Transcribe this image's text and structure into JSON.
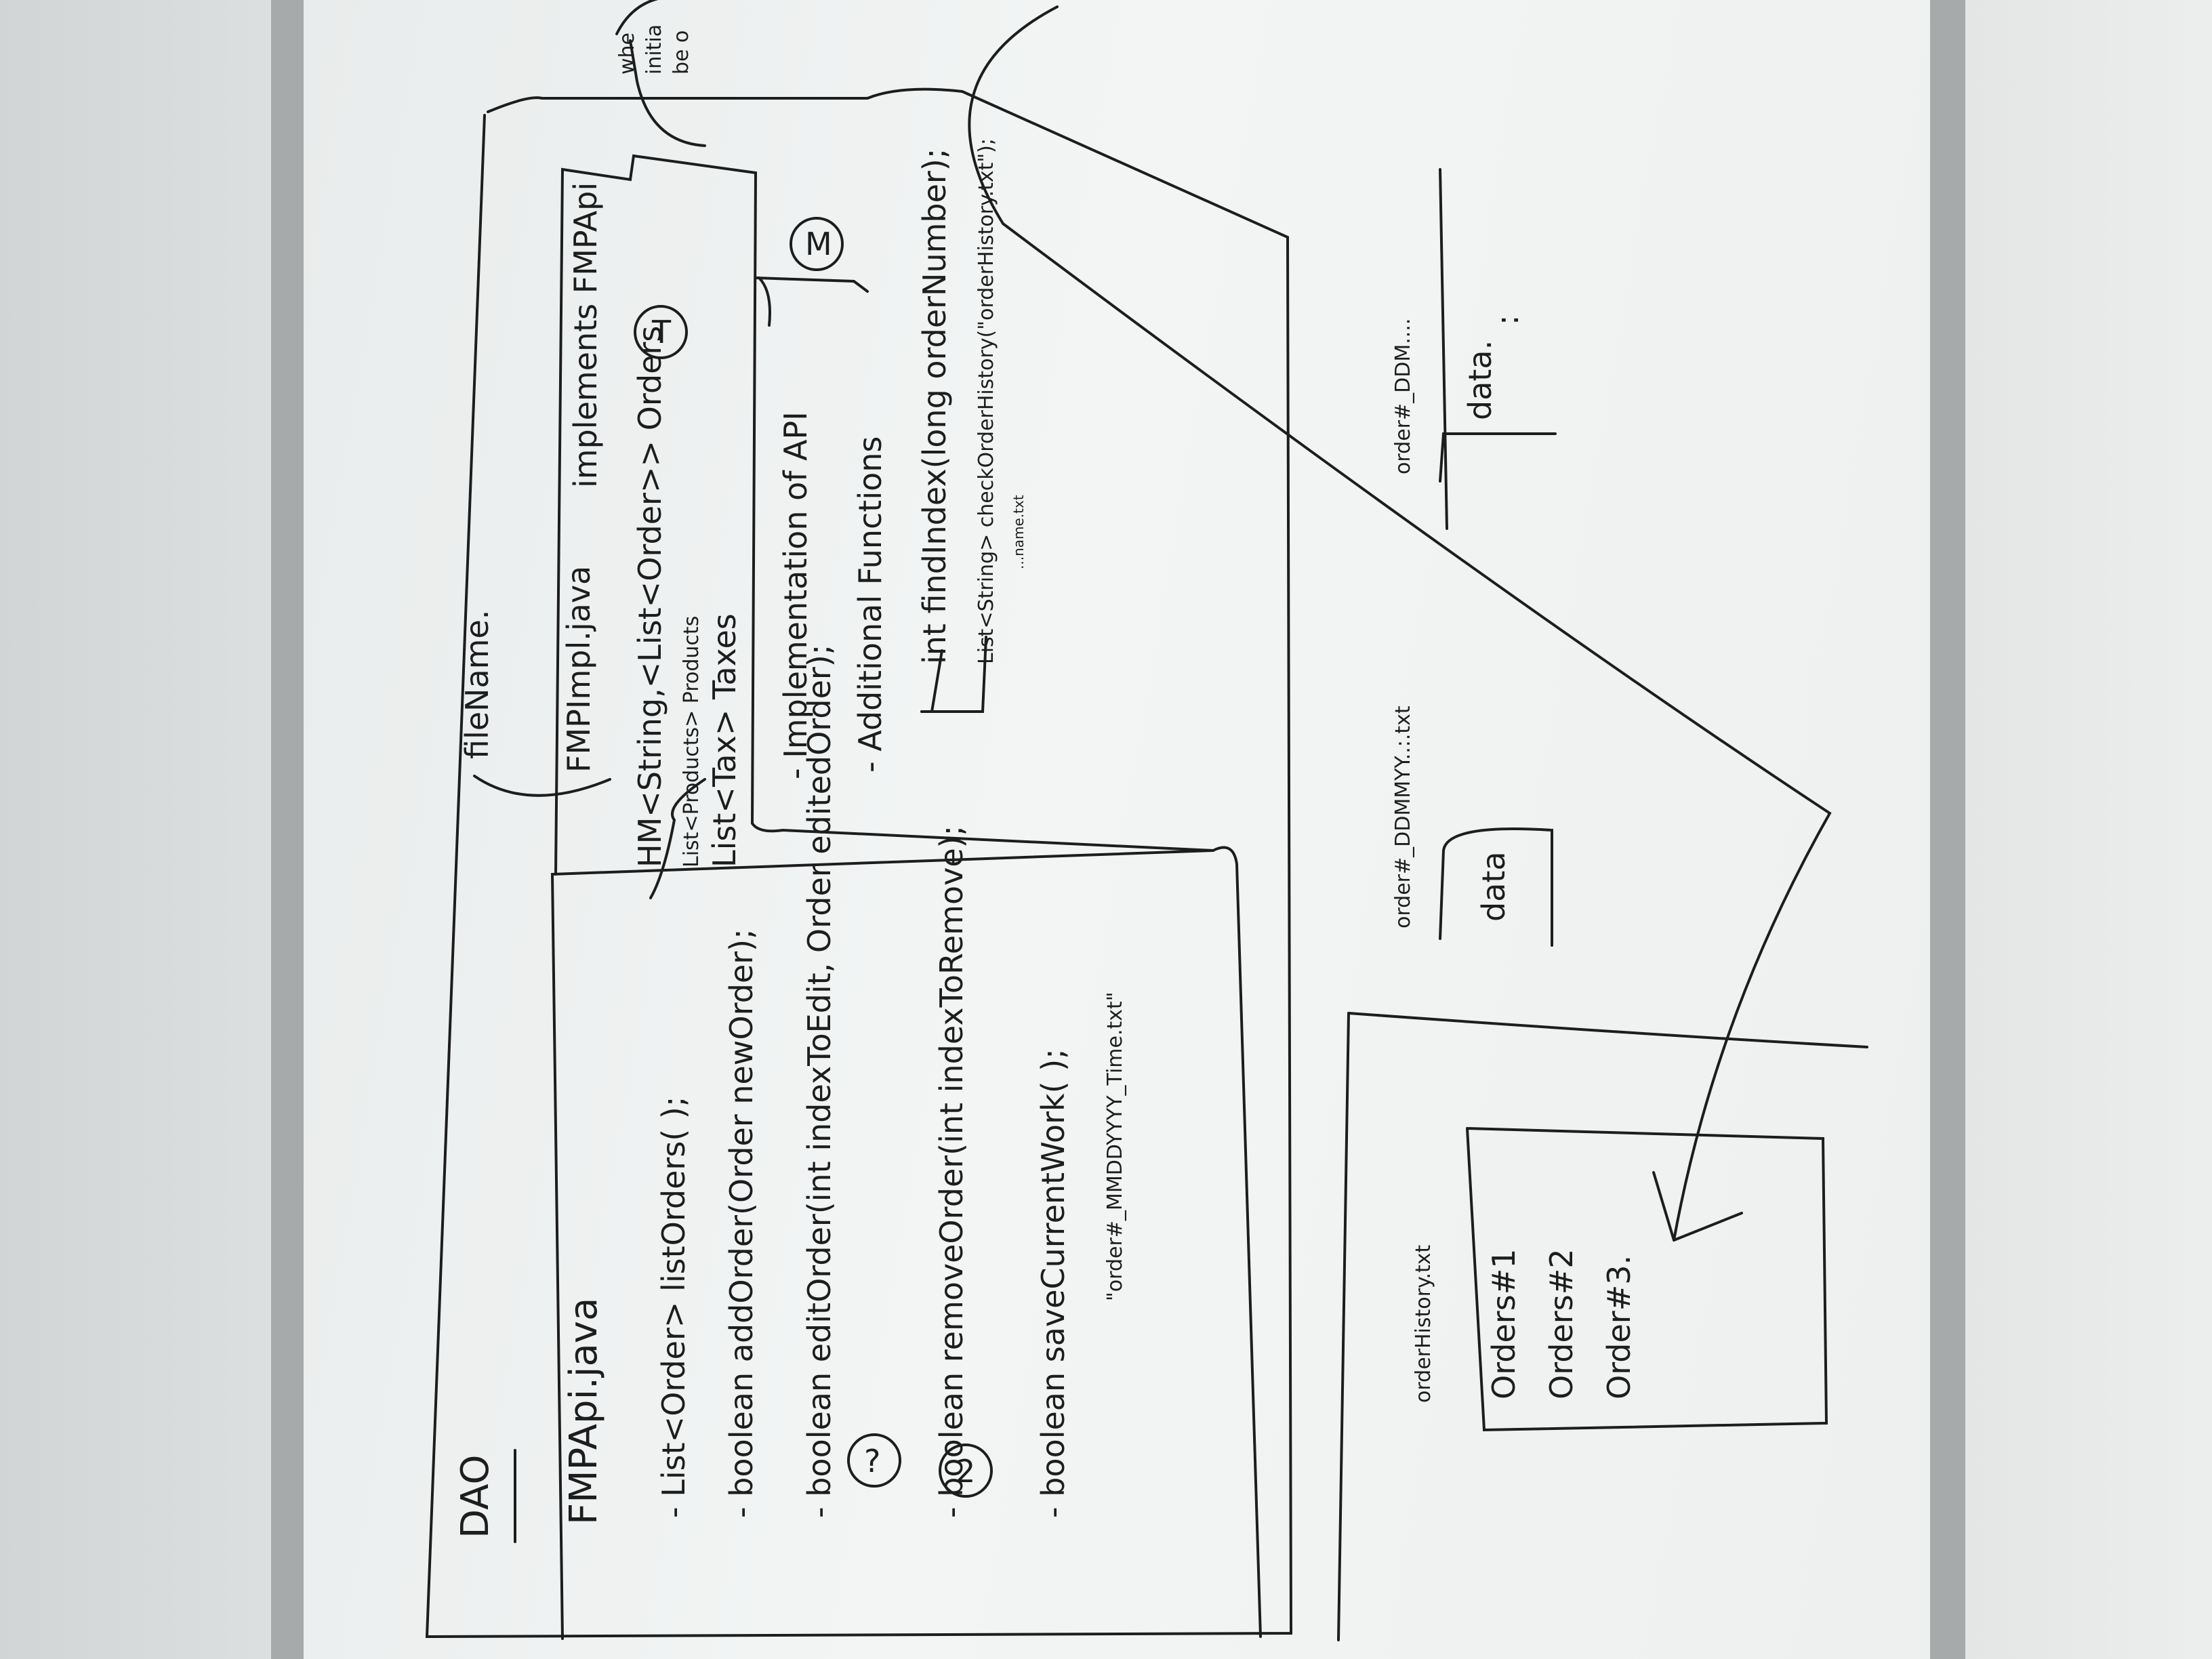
{
  "board": {
    "colors": {
      "ink": "#1d1d1d",
      "board": "#f1f3f3",
      "frame": "#a7aaab"
    },
    "dao_label": "DAO",
    "filename_annotation": "fileName.",
    "top_right_note": [
      "whe",
      "initia",
      "be o"
    ],
    "api_panel": {
      "file": "FMPApi.java",
      "methods": [
        {
          "marker": "",
          "text": "- List<Order> listOrders( );"
        },
        {
          "marker": "",
          "text": "- boolean addOrder(Order newOrder);"
        },
        {
          "marker": "?",
          "text": "- boolean editOrder(int indexToEdit, Order editedOrder);"
        },
        {
          "marker": "2",
          "text": "- boolean removeOrder(int indexToRemove);"
        },
        {
          "marker": "",
          "text": "- boolean saveCurrentWork( );"
        }
      ],
      "filename_pattern": "\"order#_MMDDYYYY_Time.txt\""
    },
    "impl_panel": {
      "file": "FMPImpl.java",
      "implements": "implements FMPApi",
      "badge_t": "T",
      "badge_m": "M",
      "fields": [
        "HM<String,<List<Order>> Orders",
        "List<Products> Products",
        "List<Tax> Taxes"
      ],
      "implementation": "- Implementation of API",
      "additional": "- Additional Functions",
      "functions": [
        "int findIndex(long orderNumber);",
        "List<String> checkOrderHistory(\"orderHistory.txt\");"
      ],
      "name_note": "...name.txt"
    },
    "file_boxes": [
      {
        "title": "orderHistory.txt",
        "lines": [
          "Orders#1",
          "Orders#2",
          "Order#3."
        ]
      },
      {
        "title": "order#_DDMMYY..:.txt",
        "lines": [
          "data"
        ]
      },
      {
        "title": "order#_DDM....",
        "lines": [
          "data.",
          ":"
        ]
      }
    ]
  }
}
